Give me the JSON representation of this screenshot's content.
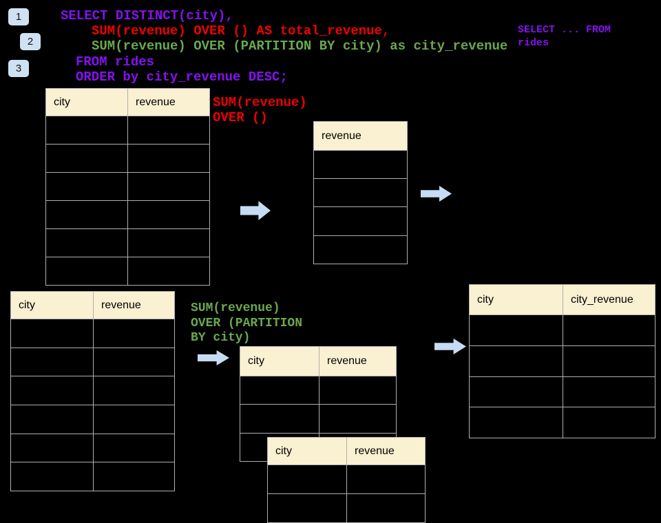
{
  "slide": {
    "step_badges": {
      "b1": "1",
      "b2": "2",
      "b3": "3"
    },
    "sql_main": {
      "line1": "SELECT DISTINCT(city),",
      "line2": "SUM(revenue) OVER () AS total_revenue,",
      "line3": "SUM(revenue) OVER (PARTITION BY city) as city_revenue",
      "line4": "FROM rides",
      "line5": "ORDER by city_revenue DESC;"
    },
    "sql_note": {
      "line1": "SELECT ... FROM",
      "line2": "rides"
    },
    "label_total": {
      "line1": "SUM(revenue)",
      "line2": "OVER ()"
    },
    "label_partition": {
      "line1": "SUM(revenue)",
      "line2": "OVER (PARTITION",
      "line3": "BY city)"
    },
    "tables": {
      "source_top": {
        "headers": [
          "city",
          "revenue"
        ],
        "empty_rows": 6
      },
      "total_result": {
        "headers": [
          "revenue"
        ],
        "empty_rows": 4
      },
      "source_bottom": {
        "headers": [
          "city",
          "revenue"
        ],
        "empty_rows": 6
      },
      "partition_step": {
        "headers": [
          "city",
          "revenue"
        ],
        "empty_rows": 3
      },
      "partition_step_overlay": {
        "headers": [
          "city",
          "revenue"
        ],
        "empty_rows": 2
      },
      "partition_result": {
        "headers": [
          "city",
          "city_revenue"
        ],
        "empty_rows": 4
      }
    },
    "colors": {
      "background": "#000000",
      "table_header_fill": "#FAF0D2",
      "table_border": "#B0B0B0",
      "badge_fill": "#CFE2F3",
      "arrow_fill": "#C5DCF2",
      "sql_purple": "#8512F0",
      "sql_red": "#EE0000",
      "sql_green": "#6AA84F"
    }
  }
}
